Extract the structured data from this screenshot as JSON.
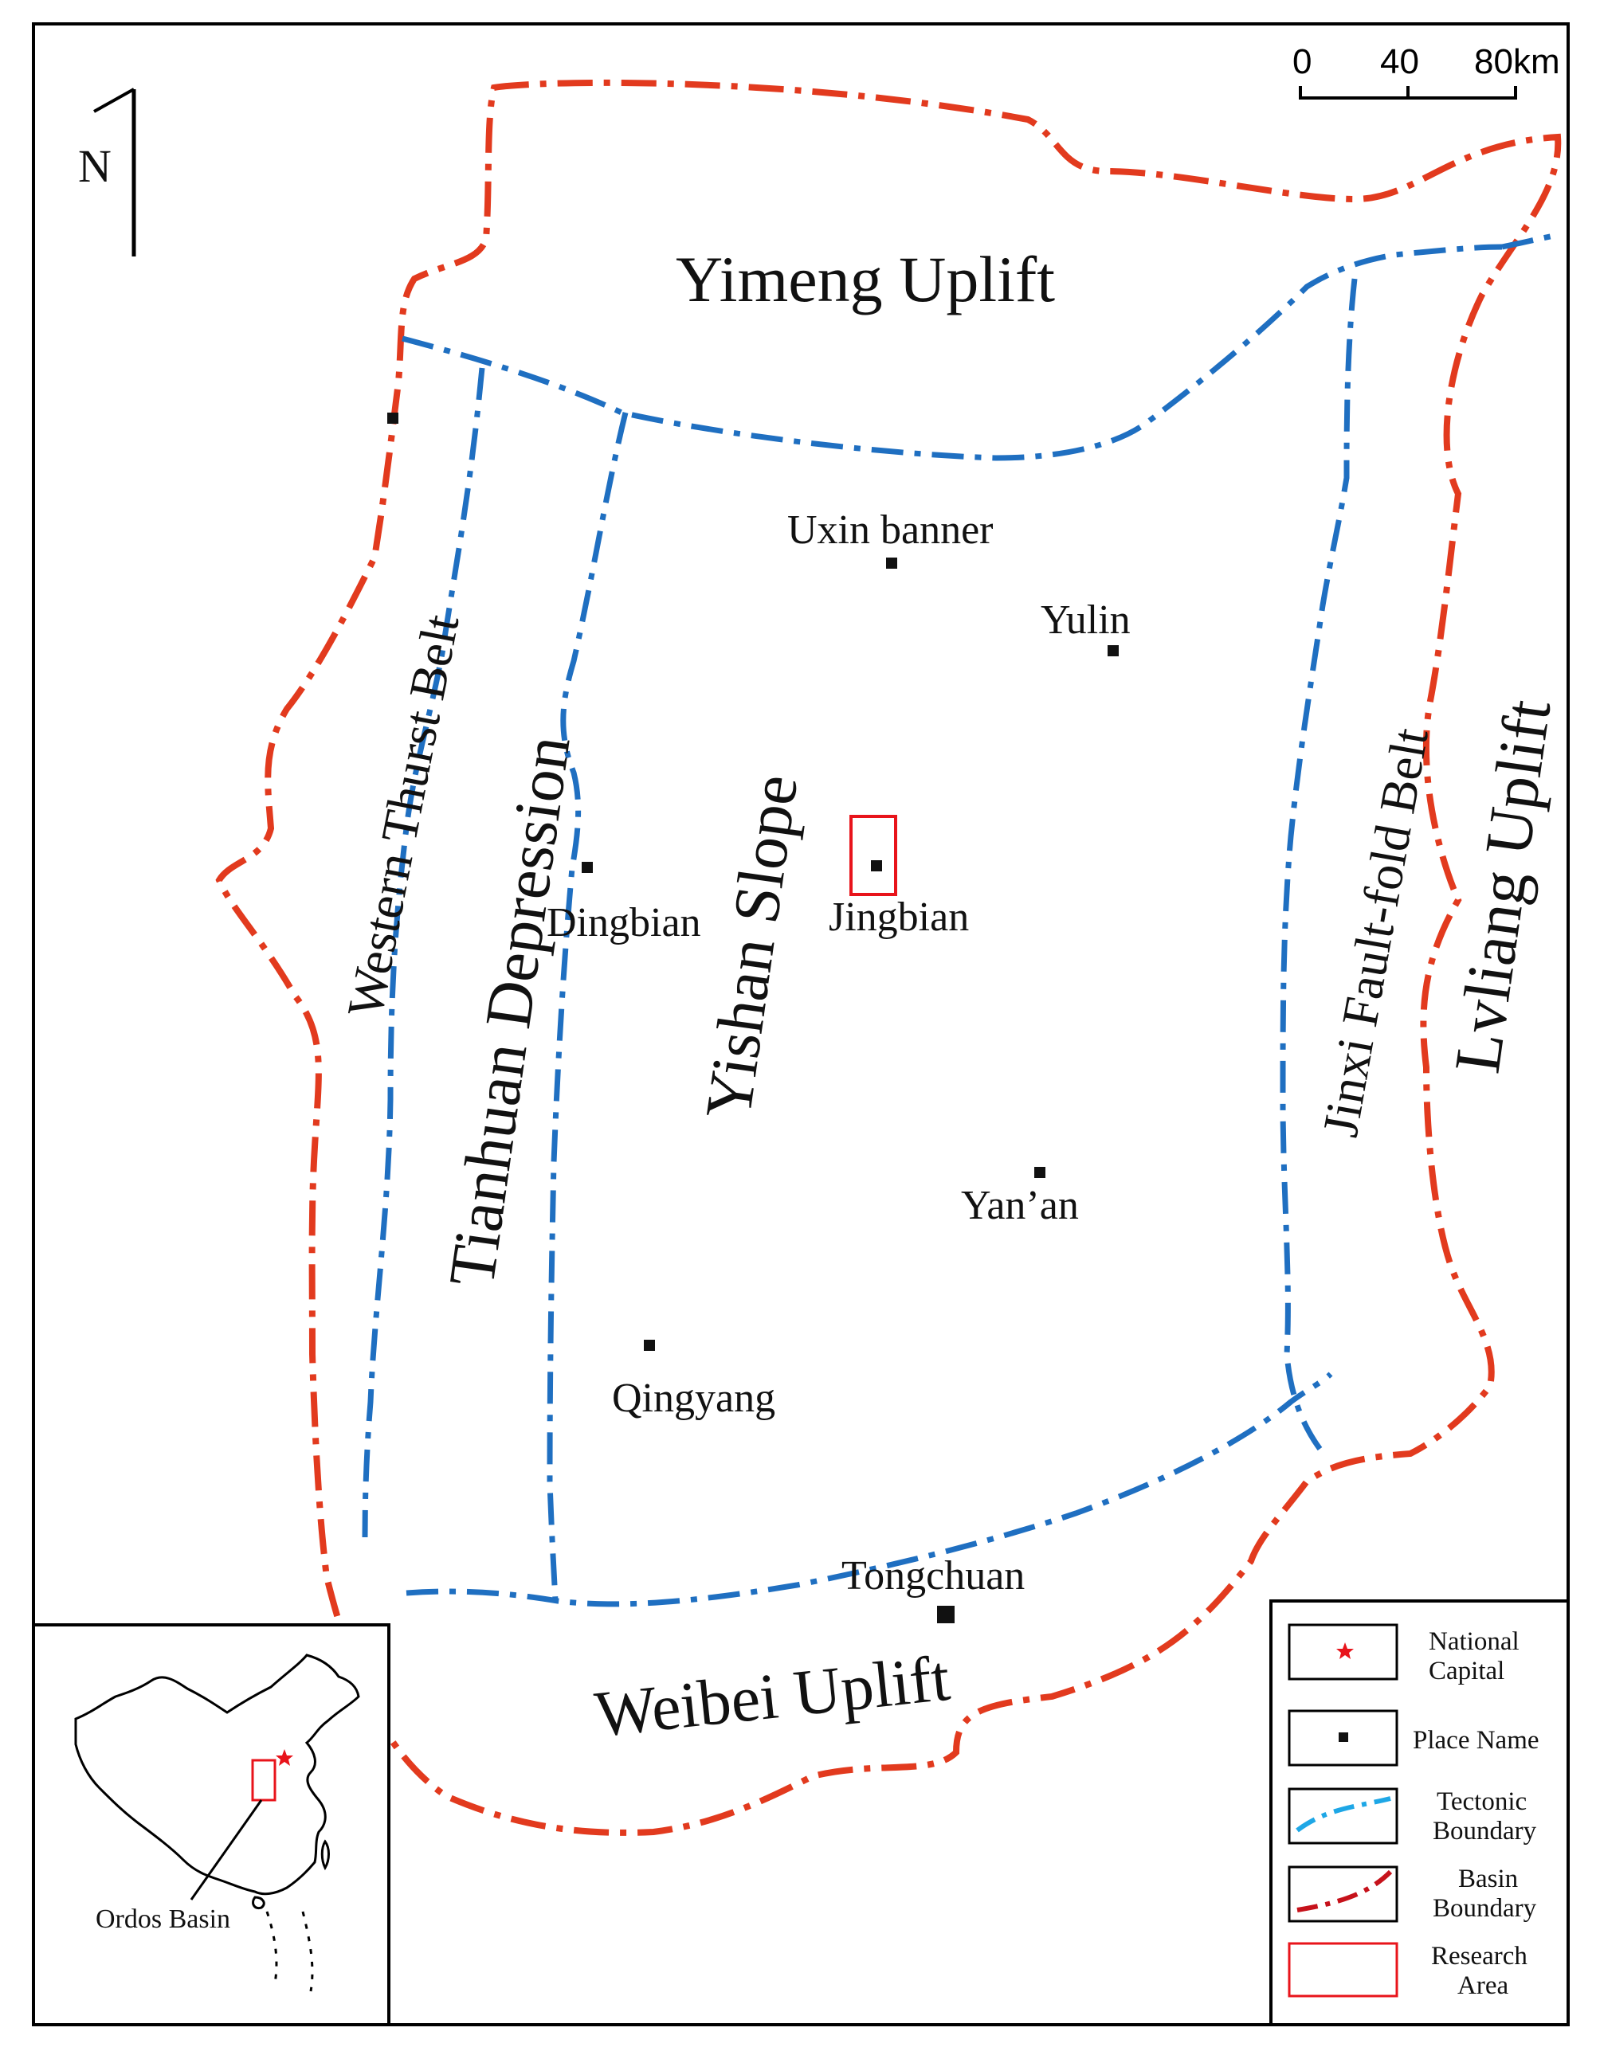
{
  "north": {
    "label": "N"
  },
  "scale_bar": {
    "ticks": [
      "0",
      "40",
      "80km"
    ]
  },
  "regions": {
    "yimeng": "Yimeng Uplift",
    "western": "Western Thurst Belt",
    "tianhuan": "Tianhuan Depression",
    "yishan": "Yishan Slope",
    "jinxi": "Jinxi Fault-fold Belt",
    "lvliang": "Lvliang Uplift",
    "weibei": "Weibei Uplift"
  },
  "places": {
    "uxin": "Uxin banner",
    "yulin": "Yulin",
    "dingbian": "Dingbian",
    "jingbian": "Jingbian",
    "yanan": "Yan’an",
    "qingyang": "Qingyang",
    "tongchuan": "Tongchuan"
  },
  "inset": {
    "label": "Ordos Basin"
  },
  "legend": {
    "capital": [
      "National",
      "Capital"
    ],
    "place": [
      "Place Name"
    ],
    "tectonic": [
      "Tectonic",
      "Boundary"
    ],
    "basin": [
      "Basin",
      "Boundary"
    ],
    "research": [
      "Research",
      "Area"
    ]
  },
  "colors": {
    "basin_boundary": "#e23a1e",
    "tectonic_boundary": "#1f6fc1",
    "research_area": "#e8141b",
    "capital_star": "#e8141b",
    "tectonic_legend": "#1ea7e6",
    "basin_legend": "#c6121b"
  }
}
